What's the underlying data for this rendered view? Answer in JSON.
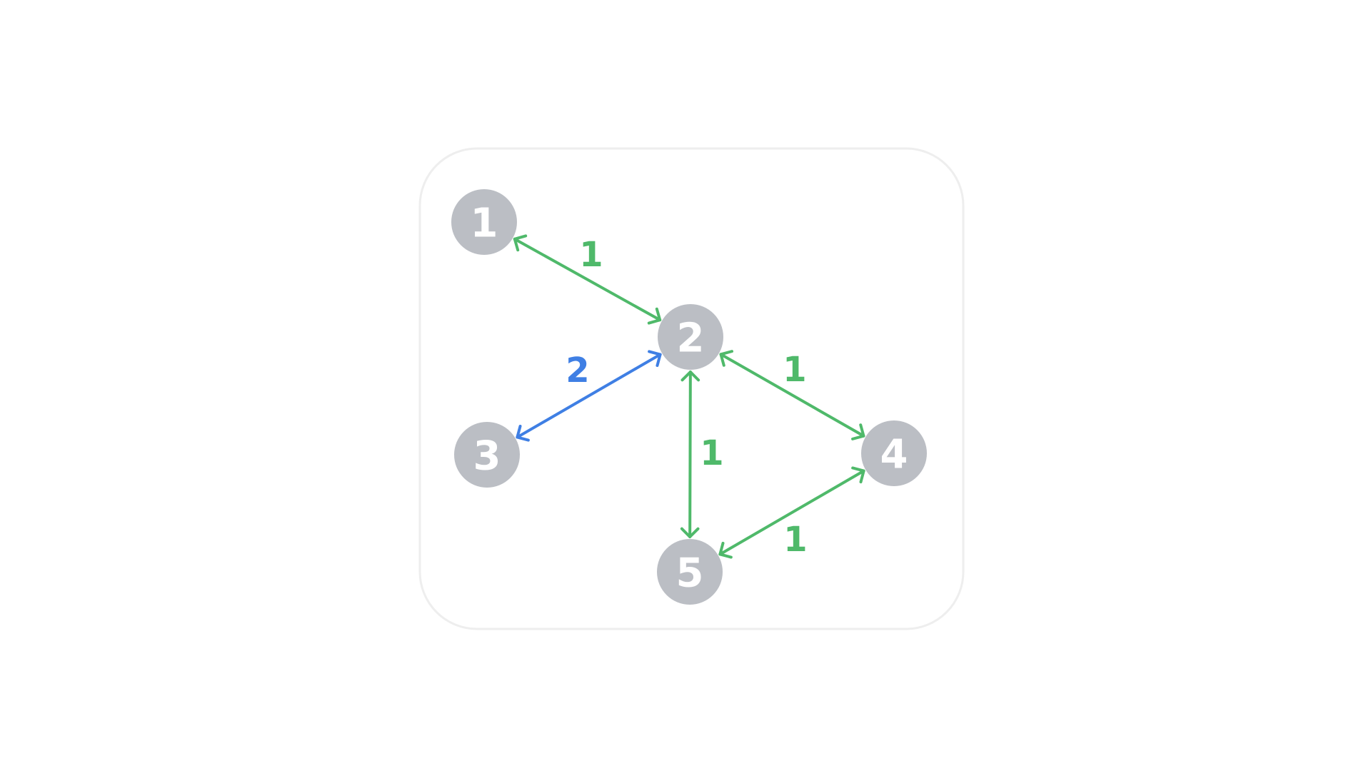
{
  "colors": {
    "node_fill": "#bbbec4",
    "node_text": "#ffffff",
    "frame_stroke": "#eeeeee",
    "green": "#4fb96a",
    "blue": "#3f7fe4"
  },
  "nodes": [
    {
      "id": "1",
      "label": "1"
    },
    {
      "id": "2",
      "label": "2"
    },
    {
      "id": "3",
      "label": "3"
    },
    {
      "id": "4",
      "label": "4"
    },
    {
      "id": "5",
      "label": "5"
    }
  ],
  "edges": [
    {
      "from": "1",
      "to": "2",
      "weight": "1",
      "color": "green"
    },
    {
      "from": "3",
      "to": "2",
      "weight": "2",
      "color": "blue"
    },
    {
      "from": "2",
      "to": "4",
      "weight": "1",
      "color": "green"
    },
    {
      "from": "2",
      "to": "5",
      "weight": "1",
      "color": "green"
    },
    {
      "from": "5",
      "to": "4",
      "weight": "1",
      "color": "green"
    }
  ]
}
